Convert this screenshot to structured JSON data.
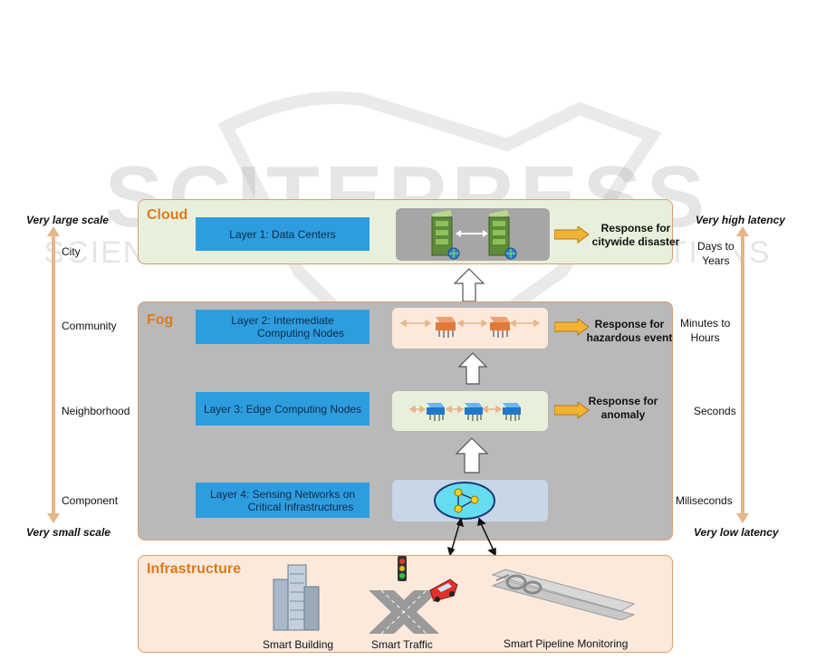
{
  "watermark": {
    "main": "SCITEPRESS",
    "sub": "SCIENCE AND TECHNOLOGY PUBLICATIONS"
  },
  "left_axis": {
    "top_label": "Very large scale",
    "bottom_label": "Very small scale",
    "levels": [
      "City",
      "Community",
      "Neighborhood",
      "Component"
    ]
  },
  "right_axis": {
    "top_label": "Very high latency",
    "bottom_label": "Very low latency",
    "levels": [
      {
        "line1": "Days to",
        "line2": "Years"
      },
      {
        "line1": "Minutes to",
        "line2": "Hours"
      },
      {
        "line1": "Seconds",
        "line2": ""
      },
      {
        "line1": "Miliseconds",
        "line2": ""
      }
    ]
  },
  "cloud": {
    "title": "Cloud",
    "layer": {
      "line1": "Layer 1: Data Centers",
      "line2": ""
    },
    "response": {
      "line1": "Response for",
      "line2": "citywide disaster"
    }
  },
  "fog": {
    "title": "Fog",
    "layers": [
      {
        "line1": "Layer 2: Intermediate",
        "line2": "Computing Nodes",
        "response_line1": "Response for",
        "response_line2": "hazardous event"
      },
      {
        "line1": "Layer 3: Edge Computing Nodes",
        "line2": "",
        "response_line1": "Response for",
        "response_line2": "anomaly"
      },
      {
        "line1": "Layer 4: Sensing Networks on",
        "line2": "Critical Infrastructures",
        "response_line1": "",
        "response_line2": ""
      }
    ]
  },
  "infrastructure": {
    "title": "Infrastructure",
    "items": [
      "Smart Building",
      "Smart Traffic",
      "Smart Pipeline Monitoring"
    ]
  },
  "colors": {
    "cloud_bg": "#e8f0dc",
    "fog_bg": "#b9b9b9",
    "infra_bg": "#fbe9dc",
    "layer_blue": "#2e9de0",
    "title_orange": "#e07a1a",
    "arrow_orange": "#f2b233",
    "axis_arrow": "#e6b58a"
  },
  "icons": [
    "server-icon",
    "switch-node-icon",
    "network-sensor-icon",
    "building-icon",
    "traffic-light-icon",
    "car-icon",
    "pipeline-icon"
  ]
}
